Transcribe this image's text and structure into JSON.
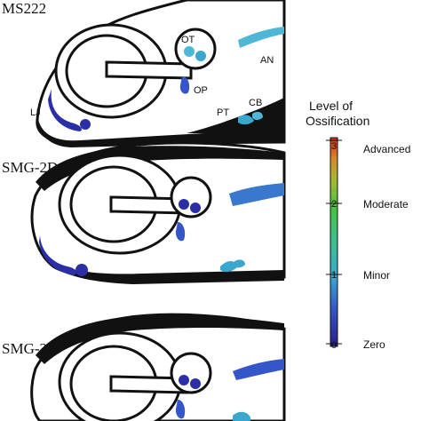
{
  "panels": [
    {
      "label": "MS222"
    },
    {
      "label": "SMG-2D"
    },
    {
      "label": "SMG-3D"
    }
  ],
  "bone_labels": {
    "ot": "OT",
    "an": "AN",
    "op": "OP",
    "lj": "LJ",
    "pt": "PT",
    "cb": "CB"
  },
  "legend": {
    "title_line1": "Level of",
    "title_line2": "Ossification",
    "ticks": [
      {
        "value": "3",
        "label": "Advanced"
      },
      {
        "value": "2",
        "label": "Moderate"
      },
      {
        "value": "1",
        "label": "Minor"
      },
      {
        "value": "0",
        "label": "Zero"
      }
    ]
  },
  "colors": {
    "zero": "#2b2fa6",
    "low": "#3553c4",
    "minor": "#3aa7cf",
    "mid": "#4fb7d6",
    "moderate": "#44c44a",
    "advanced": "#d2301f",
    "outline": "#111111"
  }
}
